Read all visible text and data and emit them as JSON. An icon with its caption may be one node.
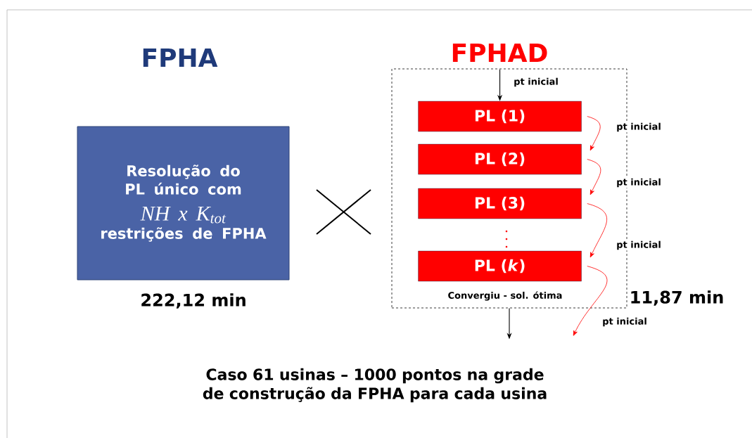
{
  "diagram": {
    "caption": "Caso 61 usinas – 1000 pontos na grade de construção da FPHA para cada usina",
    "nodes": [
      {
        "text": [
          "Resolução do PL único com",
          "NH x K$_{tot}$",
          "restrições de FPHA"
        ],
        "beside": [
          "222,12 min"
        ]
      },
      {
        "text": [
          "FPHAD"
        ],
        "beside": [
          "11,87 min"
        ]
      },
      {
        "text": [
          "PL (1)"
        ],
        "in": 1
      },
      {
        "text": [
          "PL (2)"
        ],
        "in": 1
      },
      {
        "text": [
          "PL (3)"
        ],
        "in": 1
      },
      {
        "text": [
          "PL (*k*)"
        ],
        "in": 1
      }
    ],
    "edges": [
      {
        "from": null,
        "to": 2,
        "arrow": "to",
        "label": "pt inicial",
        "color": "#000000"
      },
      {
        "from": 2,
        "to": 3,
        "arrow": "to",
        "label": "pt inicial"
      },
      {
        "from": 3,
        "to": 4,
        "arrow": "to",
        "label": "pt inicial"
      },
      {
        "from": 4,
        "to": 5,
        "arrow": "to",
        "label": "pt inicial"
      },
      {
        "from": 5,
        "to": null,
        "arrow": "to",
        "label": "pt inicial"
      },
      {
        "from": 1,
        "to": null,
        "arrow": "to",
        "color": "#000000"
      }
    ],
    "labels": [
      "FPHA",
      "Convergiu - sol. ótima"
    ]
  }
}
